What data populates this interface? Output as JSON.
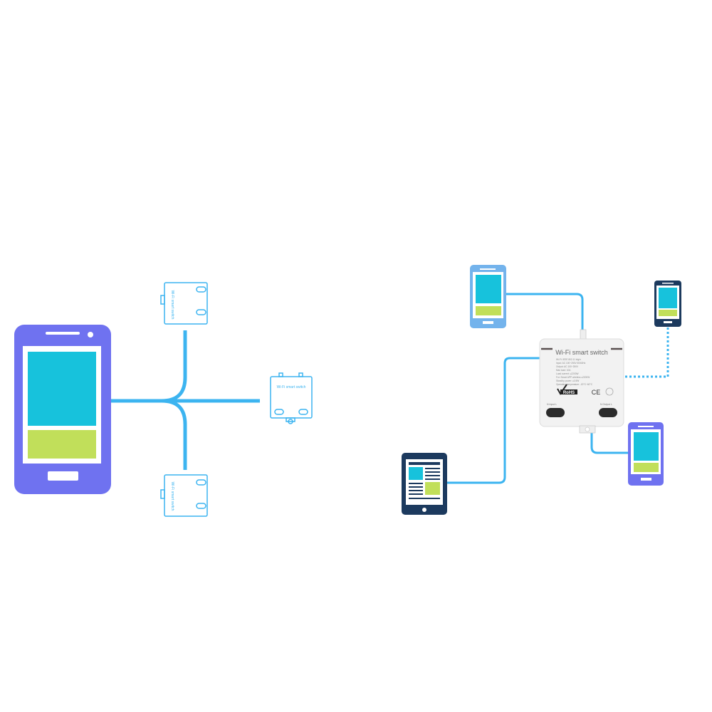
{
  "colors": {
    "line": "#3cb4f0",
    "phone_body_purple": "#6f72f0",
    "phone_body_light": "#73b3ec",
    "phone_body_navy": "#1c3a5e",
    "screen_top": "#17c2dc",
    "screen_bottom": "#c1df5a",
    "device_gray": "#f1f1f1",
    "device_text": "#666666"
  },
  "left_diagram": {
    "icons": [
      "smartphone-icon",
      "switch-module-icon"
    ],
    "switch_labels": [
      {
        "text": "Wi-Fi smart switch"
      },
      {
        "text": "Wi-Fi smart switch"
      },
      {
        "text": "Wi-Fi smart switch"
      }
    ]
  },
  "right_diagram": {
    "device": {
      "title": "Wi-Fi smart switch",
      "spec_lines": [
        "Wi-Fi: IEEE 802.11 b/g/n",
        "Input: AC 100~250V  50/60Hz",
        "Output: AC 100~250V",
        "Max load: 10A",
        "Load current: ≤2200W",
        "For: Smart APP wireless ≤2200W",
        "Standby power: ≤0.5W",
        "Operating temperature: -20°C~60°C"
      ],
      "marks": {
        "rohs": "RoHS",
        "ce": "CE"
      },
      "terminal_labels": {
        "input": "N   Input L",
        "output": "N   Output L"
      }
    },
    "icons": [
      "smartphone-icon",
      "tablet-icon"
    ]
  }
}
